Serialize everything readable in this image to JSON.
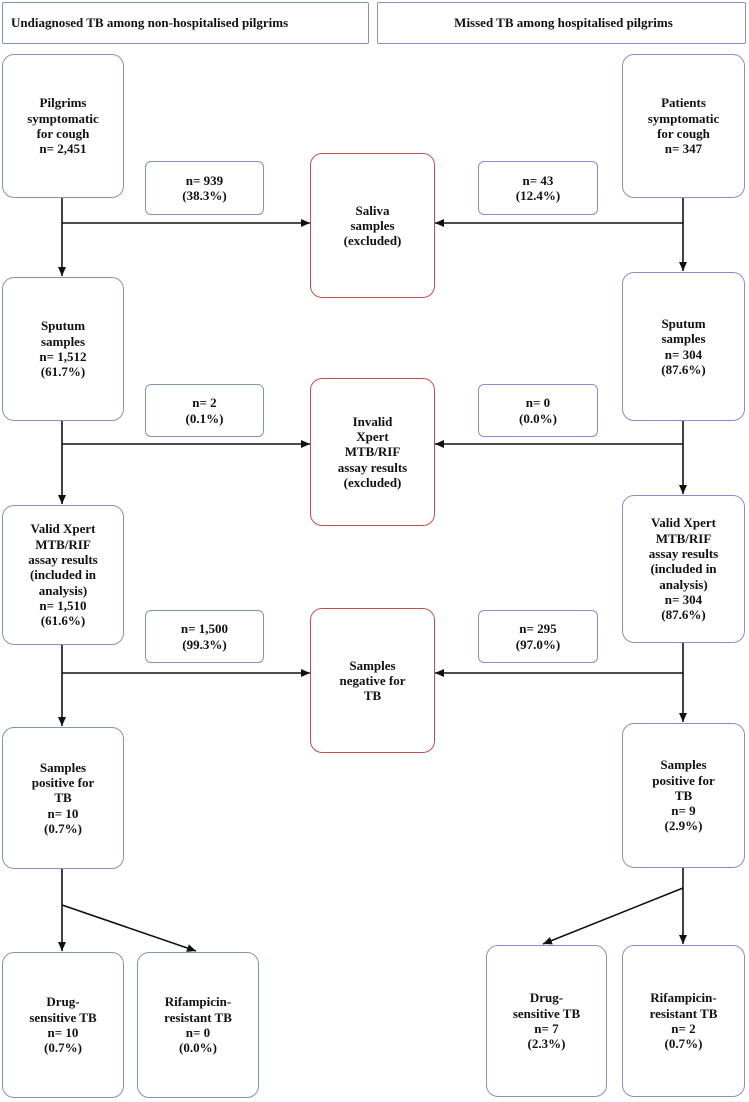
{
  "headers": {
    "left": "Undiagnosed TB among non-hospitalised pilgrims",
    "right": "Missed TB among hospitalised pilgrims"
  },
  "left": {
    "symptomatic": "Pilgrims\nsymptomatic\nfor cough\nn= 2,451",
    "sputum": "Sputum\nsamples\nn= 1,512\n(61.7%)",
    "valid": "Valid Xpert\nMTB/RIF\nassay results\n(included in\nanalysis)\nn= 1,510\n(61.6%)",
    "positive": "Samples\npositive for\nTB\nn= 10\n(0.7%)",
    "drug_sensitive": "Drug-\nsensitive TB\nn= 10\n(0.7%)",
    "rif_resistant": "Rifampicin-\nresistant TB\nn= 0\n(0.0%)"
  },
  "right": {
    "symptomatic": "Patients\nsymptomatic\nfor cough\nn= 347",
    "sputum": "Sputum\nsamples\nn= 304\n(87.6%)",
    "valid": "Valid Xpert\nMTB/RIF\nassay results\n(included in\nanalysis)\nn= 304\n(87.6%)",
    "positive": "Samples\npositive for\nTB\nn= 9\n(2.9%)",
    "drug_sensitive": "Drug-\nsensitive TB\nn= 7\n(2.3%)",
    "rif_resistant": "Rifampicin-\nresistant TB\nn= 2\n(0.7%)"
  },
  "center": {
    "saliva": "Saliva\nsamples\n(excluded)",
    "invalid": "Invalid\nXpert\nMTB/RIF\nassay results\n(excluded)",
    "negative": "Samples\nnegative for\nTB"
  },
  "counts": {
    "left_saliva": "n= 939\n(38.3%)",
    "right_saliva": "n= 43\n(12.4%)",
    "left_invalid": "n= 2\n(0.1%)",
    "right_invalid": "n= 0\n(0.0%)",
    "left_negative": "n= 1,500\n(99.3%)",
    "right_negative": "n= 295\n(97.0%)"
  }
}
